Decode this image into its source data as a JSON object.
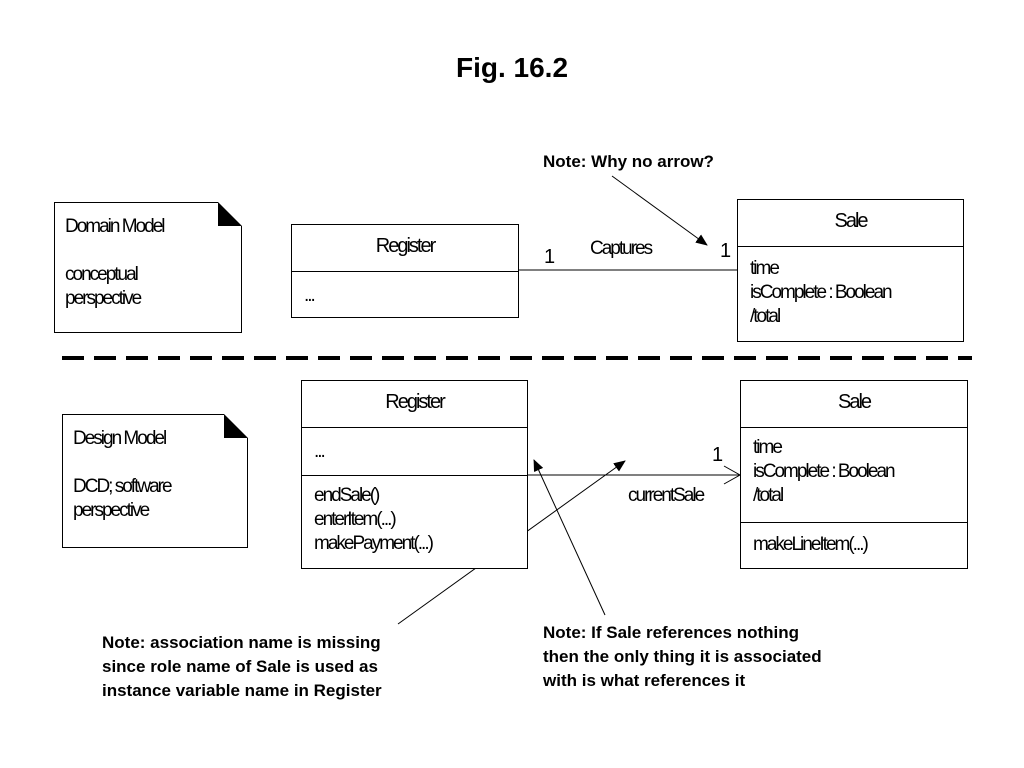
{
  "title": "Fig. 16.2",
  "domain_model": {
    "note_lines": [
      "Domain Model",
      "",
      "conceptual",
      "perspective"
    ],
    "register": {
      "name": "Register",
      "attributes": [
        "..."
      ]
    },
    "sale": {
      "name": "Sale",
      "attributes": [
        "time",
        "isComplete : Boolean",
        "/total"
      ]
    },
    "association": {
      "name": "Captures",
      "mult_register": "1",
      "mult_sale": "1"
    }
  },
  "design_model": {
    "note_lines": [
      "Design Model",
      "",
      "DCD; software",
      "perspective"
    ],
    "register": {
      "name": "Register",
      "attributes": [
        "..."
      ],
      "methods": [
        "endSale()",
        "enterItem(...)",
        "makePayment(...)"
      ]
    },
    "sale": {
      "name": "Sale",
      "attributes": [
        "time",
        "isComplete : Boolean",
        "/total"
      ],
      "methods": [
        "makeLineItem(...)"
      ]
    },
    "association": {
      "role": "currentSale",
      "mult_sale": "1"
    }
  },
  "annotations": {
    "why_no_arrow": "Note: Why no arrow?",
    "association_name_missing": [
      "Note: association name is missing",
      "since role name of Sale is used as",
      "instance variable name in Register"
    ],
    "if_sale_references_nothing": [
      "Note: If Sale references nothing",
      "then the only thing it is associated",
      "with is what references it"
    ]
  }
}
